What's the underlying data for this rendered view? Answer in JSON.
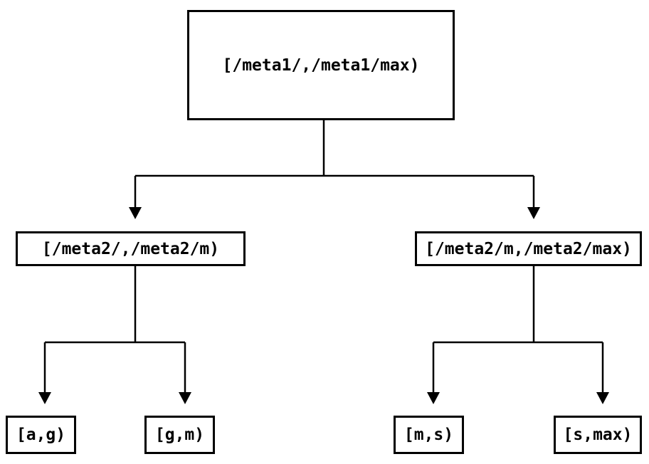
{
  "diagram": {
    "type": "tree",
    "colors": {
      "background": "#ffffff",
      "line": "#000000",
      "node_fill": "#ffffff",
      "text": "#000000"
    },
    "root": {
      "label": "[/meta1/,/meta1/max)",
      "children": [
        {
          "label": "[/meta2/,/meta2/m)",
          "children": [
            {
              "label": "[a,g)"
            },
            {
              "label": "[g,m)"
            }
          ]
        },
        {
          "label": "[/meta2/m,/meta2/max)",
          "children": [
            {
              "label": "[m,s)"
            },
            {
              "label": "[s,max)"
            }
          ]
        }
      ]
    }
  }
}
